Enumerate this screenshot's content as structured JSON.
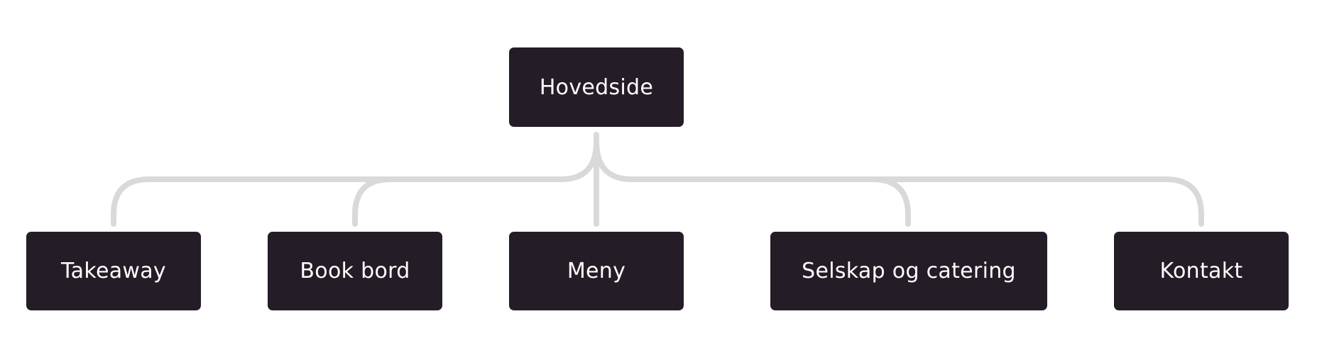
{
  "sitemap": {
    "root": {
      "label": "Hovedside"
    },
    "children": [
      {
        "label": "Takeaway"
      },
      {
        "label": "Book bord"
      },
      {
        "label": "Meny"
      },
      {
        "label": "Selskap og catering"
      },
      {
        "label": "Kontakt"
      }
    ]
  },
  "colors": {
    "node_background": "#241c26",
    "node_text": "#ffffff",
    "connector": "#d9d9d9"
  }
}
